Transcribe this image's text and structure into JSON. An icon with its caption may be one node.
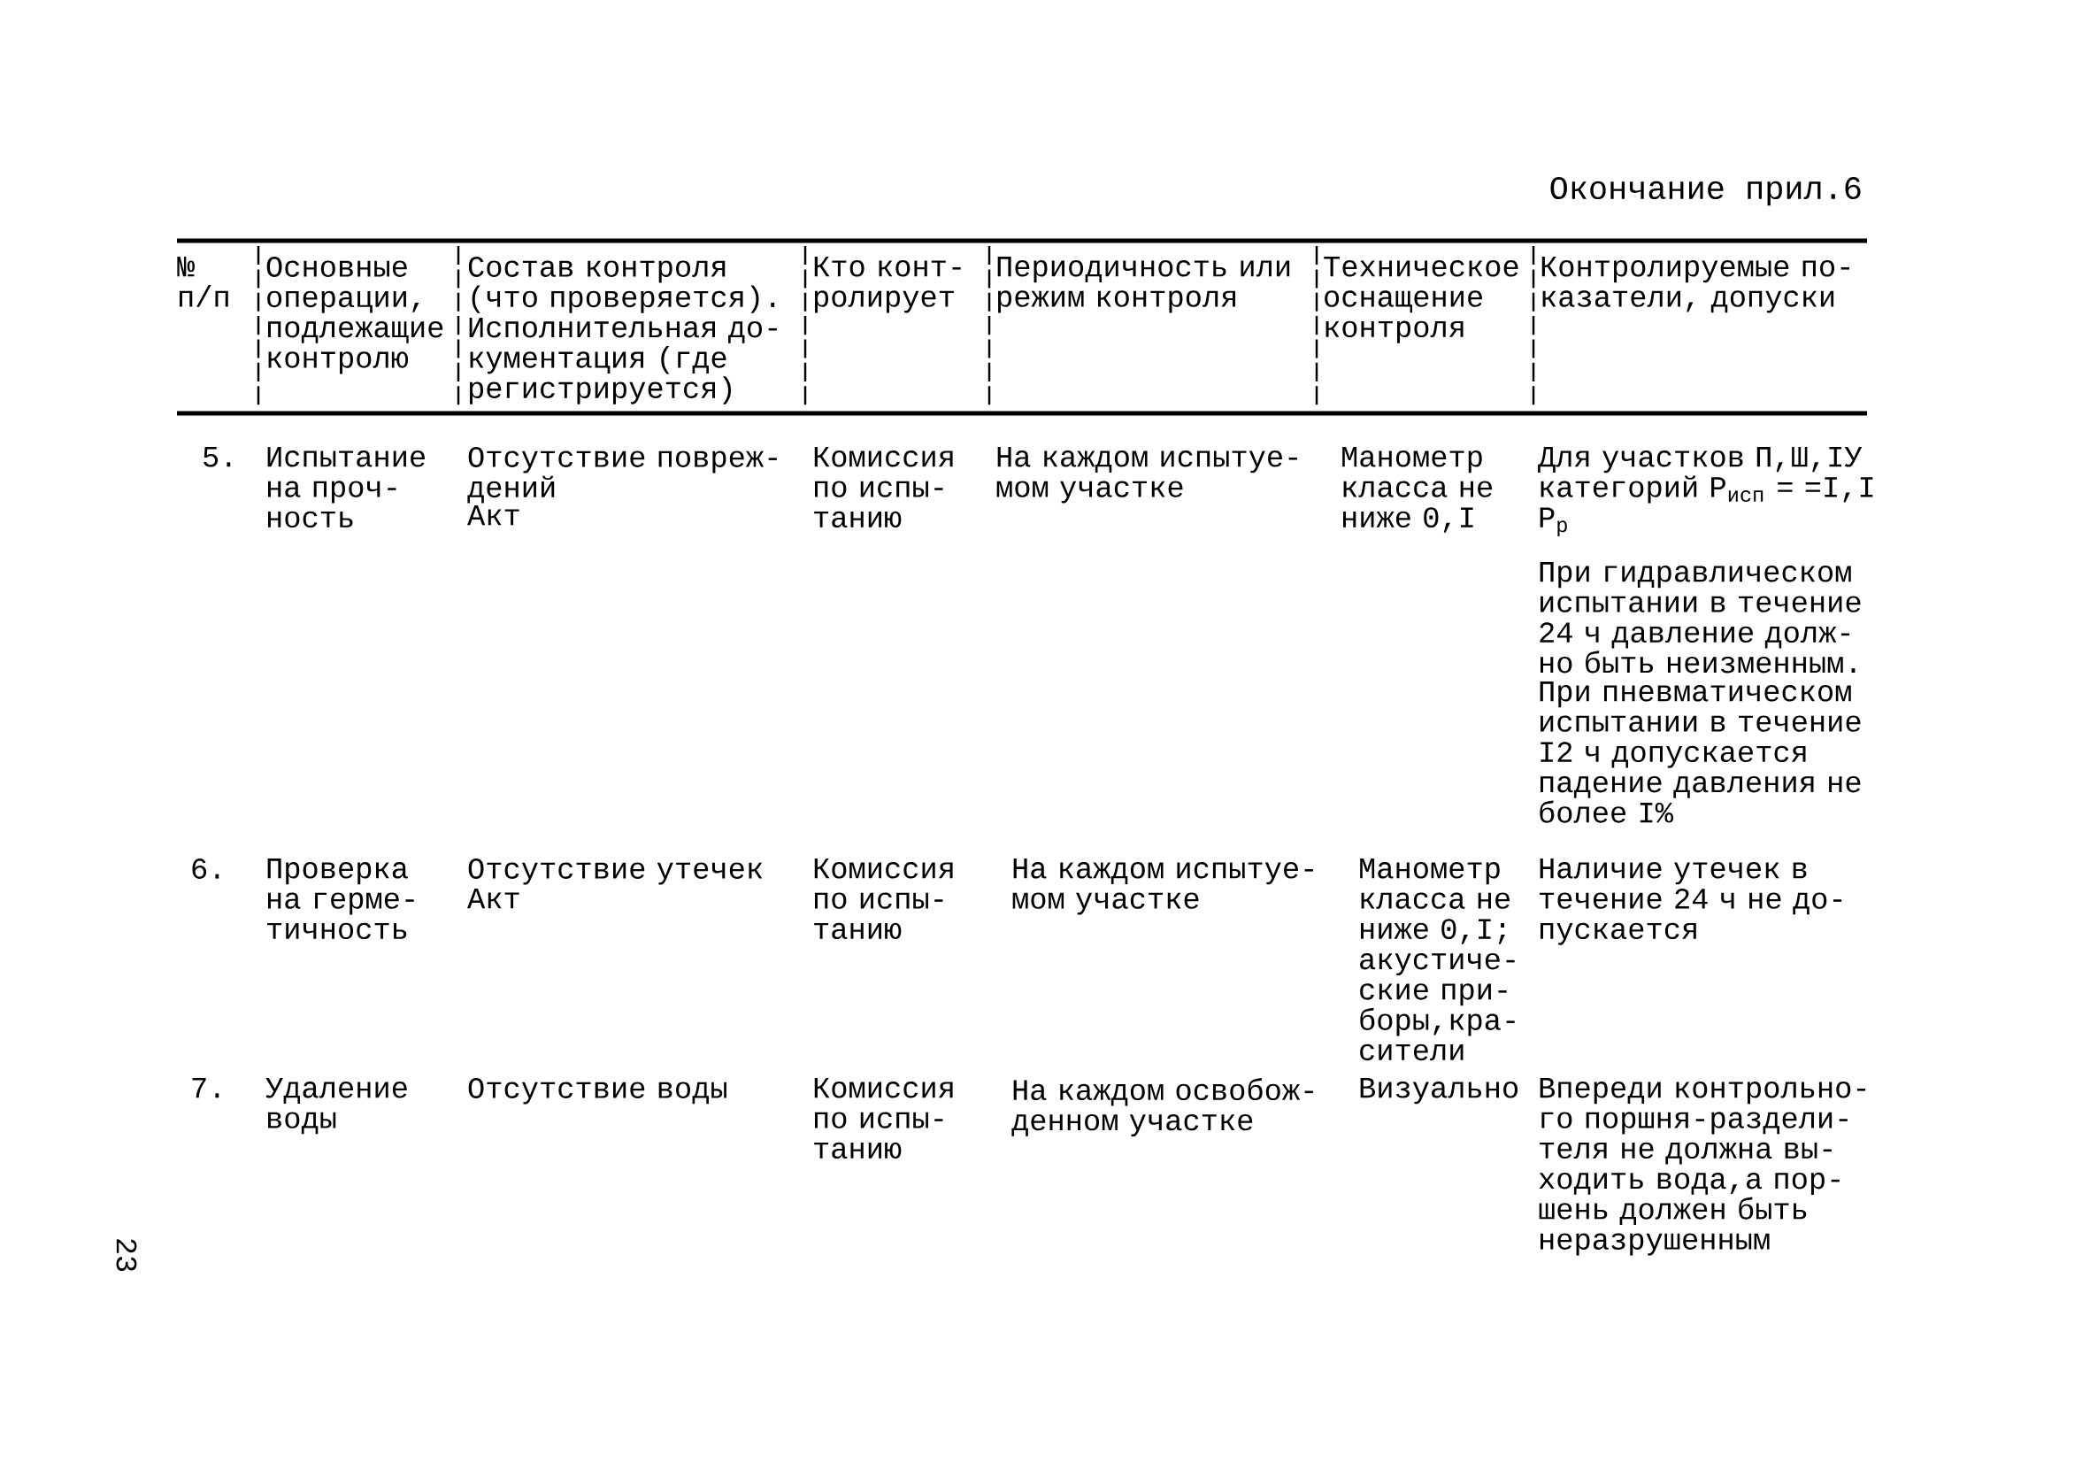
{
  "diagram": {
    "title": "Окончание прил.6",
    "labels": [
      "№ п/п",
      "Основные операции, подлежащие контролю",
      "Состав контроля (что проверяется). Исполнительная до- кументация (где регистрируется)",
      "Кто конт- ролирует",
      "Периодичность или режим контроля",
      "Техническое оснащение контроля",
      "Контролируемые по- казатели, допуски",
      "5.",
      "Испытание на проч- ность",
      "Отсутствие повреж- дений",
      "Акт",
      "Комиссия по испы- танию",
      "На каждом испытуе- мом участке",
      "Манометр класса не ниже 0,I",
      "Для участков П,Ш,IУ категорий Р$_{исп}$ = =I,I Р$_{р}$",
      "При гидравлическом испытании в течение 24 ч давление долж- но быть неизменным.",
      "При пневматическом испытании в течение I2 ч допускается падение давления не более I%",
      "6.",
      "Проверка на герме- тичность",
      "Отсутствие утечек",
      "Акт",
      "Комиссия по испы- танию",
      "На каждом испытуе- мом участке",
      "Манометр класса не ниже 0,I; акустиче- ские при- боры,кра- сители",
      "Наличие утечек в течение 24 ч не до- пускается",
      "7.",
      "Удаление воды",
      "Отсутствие воды",
      "Комиссия по испы- танию",
      "На каждом освобож- денном участке",
      "Визуально",
      "Впереди контрольно- го поршня-раздели- теля не должна вы- ходить вода,а пор- шень должен быть неразрушенным",
      "23"
    ]
  }
}
